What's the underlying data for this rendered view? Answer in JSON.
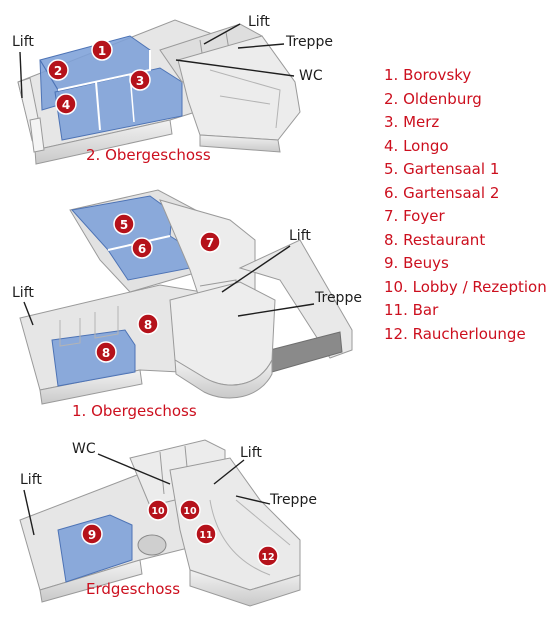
{
  "colors": {
    "accent": "#b5121b",
    "room_highlight": "#7da0d8",
    "wall": "#d9d9d9"
  },
  "floors": {
    "upper2": {
      "title": "2. Obergeschoss",
      "callouts": {
        "lift_left": "Lift",
        "lift_right": "Lift",
        "stairs": "Treppe",
        "wc": "WC"
      },
      "markers": [
        "1",
        "2",
        "3",
        "4"
      ]
    },
    "upper1": {
      "title": "1. Obergeschoss",
      "callouts": {
        "lift_left": "Lift",
        "lift_right": "Lift",
        "stairs": "Treppe"
      },
      "markers": [
        "5",
        "6",
        "7",
        "8",
        "8"
      ]
    },
    "ground": {
      "title": "Erdgeschoss",
      "callouts": {
        "lift_left": "Lift",
        "lift_right": "Lift",
        "stairs": "Treppe",
        "wc": "WC"
      },
      "markers": [
        "9",
        "10",
        "10",
        "11",
        "12"
      ]
    }
  },
  "legend": [
    "1. Borovsky",
    "2. Oldenburg",
    "3. Merz",
    "4. Longo",
    "5. Gartensaal 1",
    "6. Gartensaal 2",
    "7. Foyer",
    "8. Restaurant",
    "9. Beuys",
    "10. Lobby / Rezeption",
    "11. Bar",
    "12. Raucherlounge"
  ]
}
